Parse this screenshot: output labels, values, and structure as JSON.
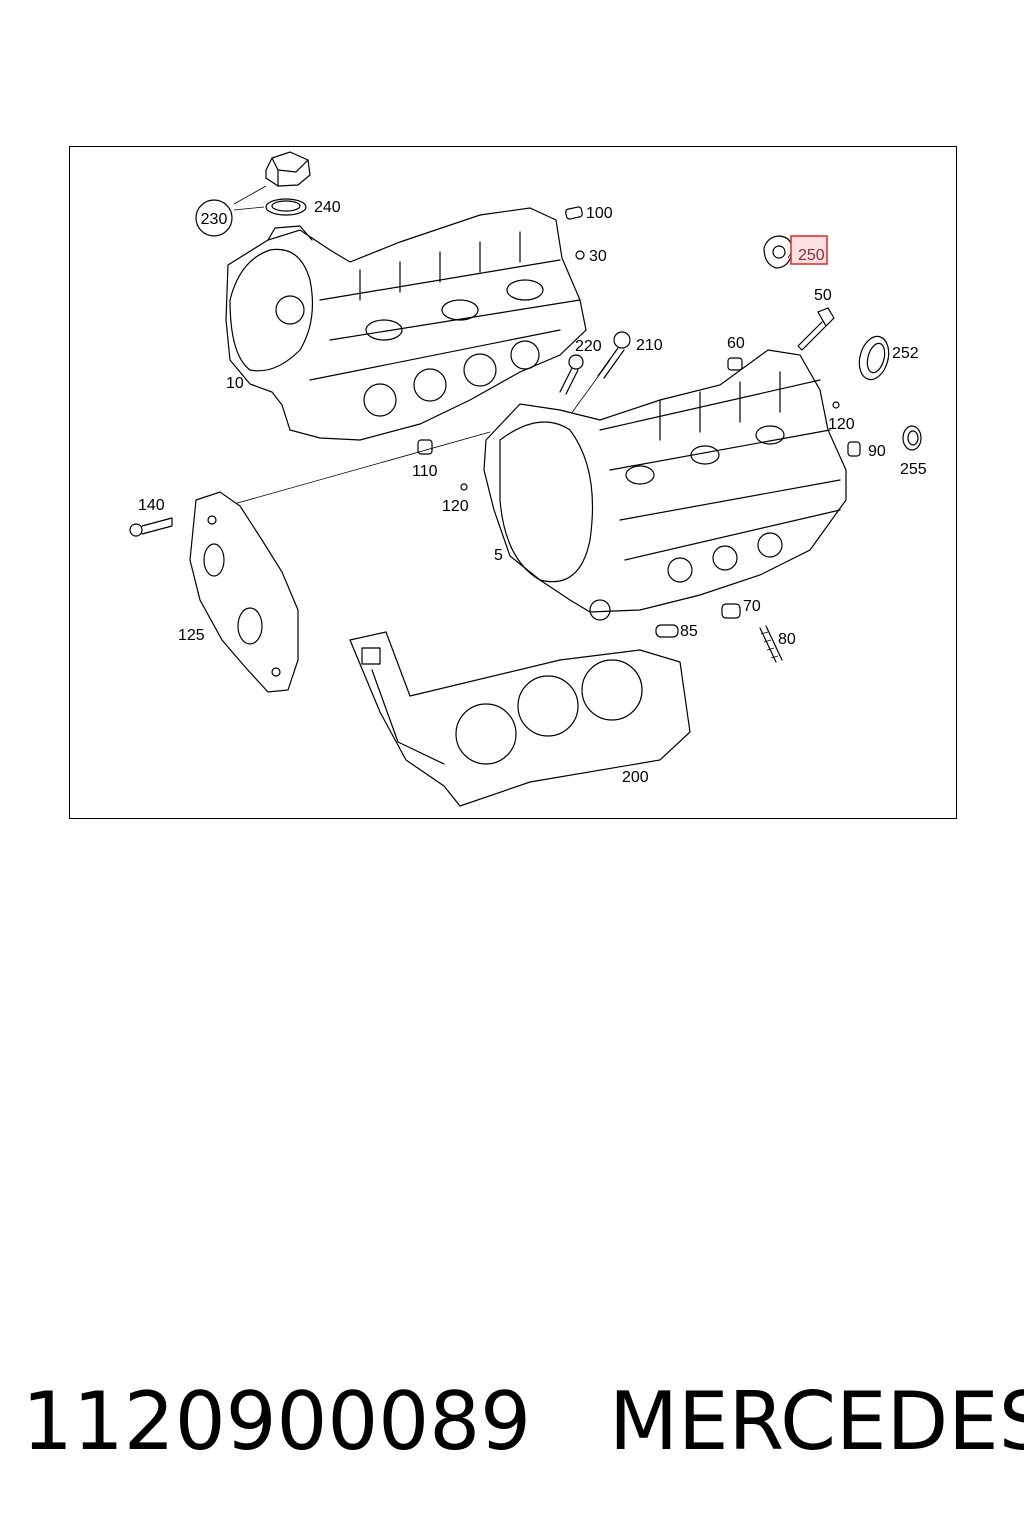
{
  "diagram": {
    "callouts": [
      {
        "id": "c230",
        "text": "230"
      },
      {
        "id": "c240",
        "text": "240"
      },
      {
        "id": "c100",
        "text": "100"
      },
      {
        "id": "c30",
        "text": "30"
      },
      {
        "id": "c250",
        "text": "250"
      },
      {
        "id": "c50",
        "text": "50"
      },
      {
        "id": "c252",
        "text": "252"
      },
      {
        "id": "c10",
        "text": "10"
      },
      {
        "id": "c220",
        "text": "220"
      },
      {
        "id": "c210",
        "text": "210"
      },
      {
        "id": "c60",
        "text": "60"
      },
      {
        "id": "c120a",
        "text": "120"
      },
      {
        "id": "c90",
        "text": "90"
      },
      {
        "id": "c255",
        "text": "255"
      },
      {
        "id": "c110",
        "text": "110"
      },
      {
        "id": "c140",
        "text": "140"
      },
      {
        "id": "c120b",
        "text": "120"
      },
      {
        "id": "c5",
        "text": "5"
      },
      {
        "id": "c70",
        "text": "70"
      },
      {
        "id": "c85",
        "text": "85"
      },
      {
        "id": "c80",
        "text": "80"
      },
      {
        "id": "c125",
        "text": "125"
      },
      {
        "id": "c200",
        "text": "200"
      }
    ],
    "highlighted_callout": "250",
    "highlight_color": "#e0262d"
  },
  "caption": {
    "part_number": "1120900089",
    "brand": "MERCEDES"
  }
}
